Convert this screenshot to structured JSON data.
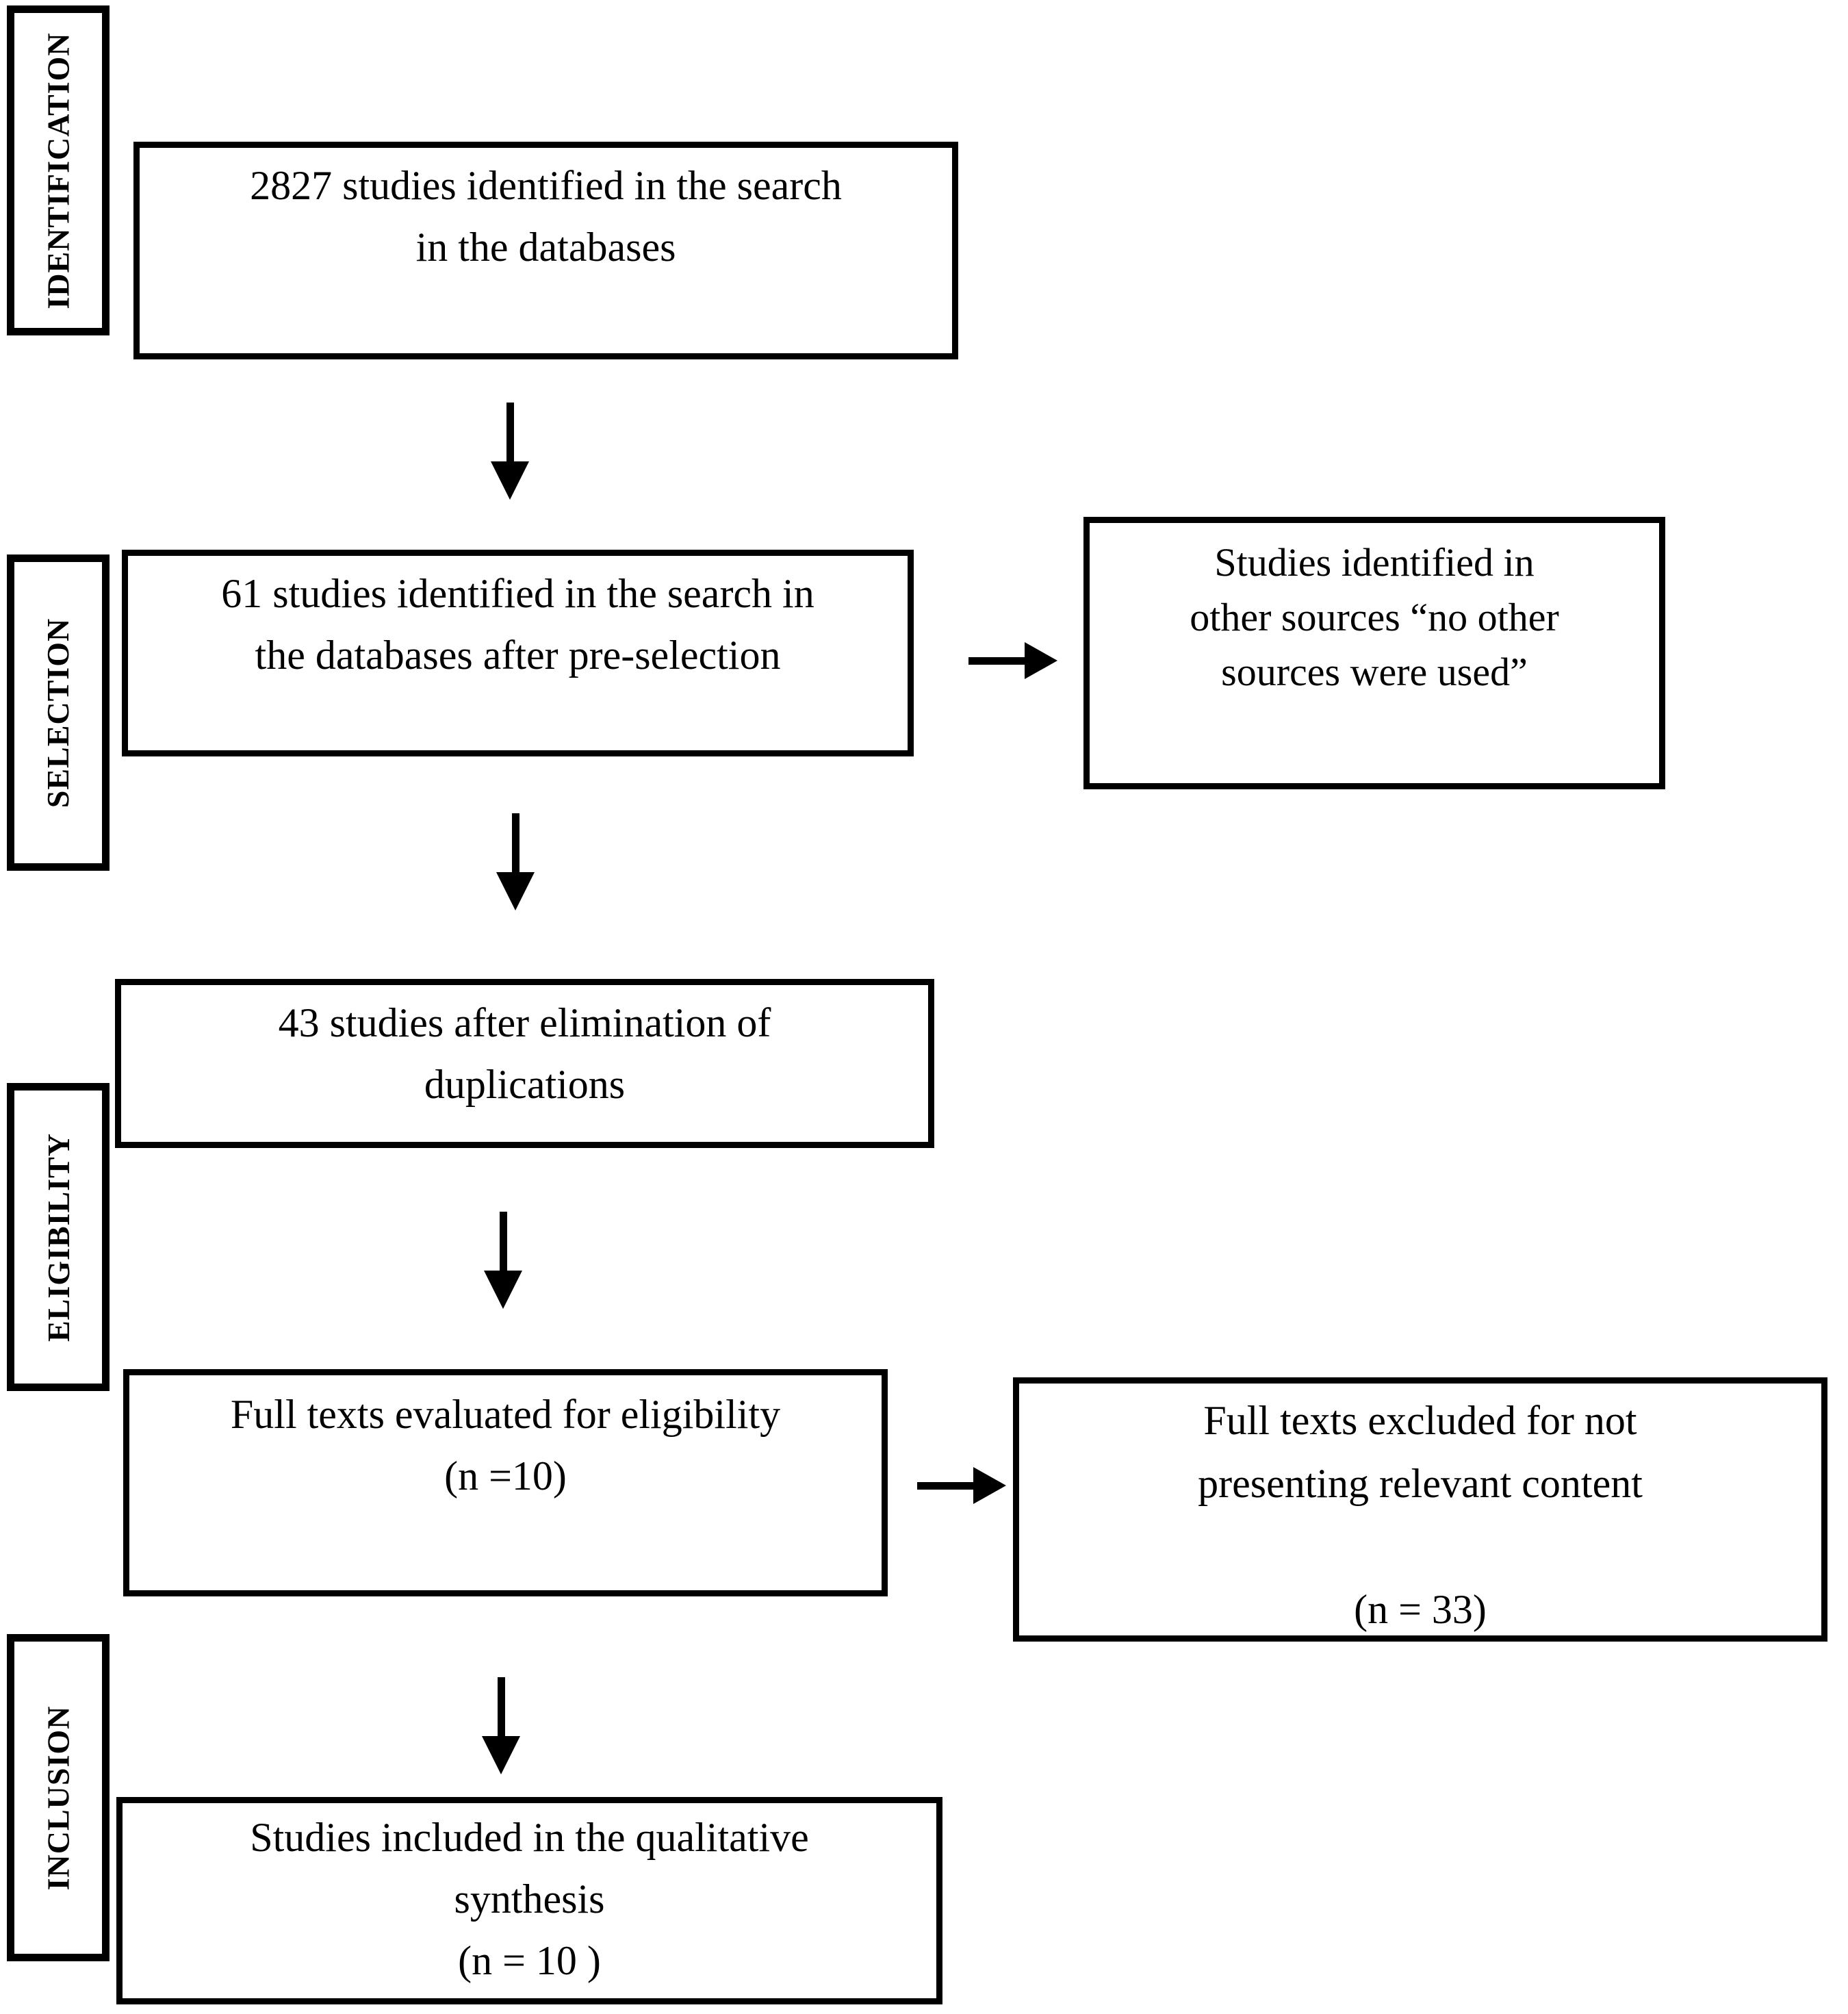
{
  "diagram": {
    "type": "prisma-flowchart",
    "background_color": "#ffffff",
    "line_color": "#000000",
    "stages": [
      {
        "label": "IDENTIFICATION"
      },
      {
        "label": "SELECTION"
      },
      {
        "label": "ELIGIBILITY"
      },
      {
        "label": "INCLUSION"
      }
    ],
    "nodes": {
      "identified": {
        "text": "2827 studies identified in the search\nin the databases"
      },
      "preselected": {
        "text": "61 studies identified in the search in\nthe databases after pre-selection"
      },
      "other_sources": {
        "text": "Studies identified in\nother sources “no other\nsources were used”"
      },
      "deduplicated": {
        "text": "43 studies after elimination of\nduplications"
      },
      "full_texts_evaluated": {
        "text": "Full texts evaluated for eligibility\n(n =10)"
      },
      "full_texts_excluded": {
        "text": "Full texts excluded for not\npresenting relevant content\n\n(n = 33)"
      },
      "included": {
        "text": "Studies included in the qualitative\nsynthesis\n(n =  10 )"
      }
    },
    "icons": {
      "down_arrow": "▼",
      "right_arrow": "►"
    }
  }
}
